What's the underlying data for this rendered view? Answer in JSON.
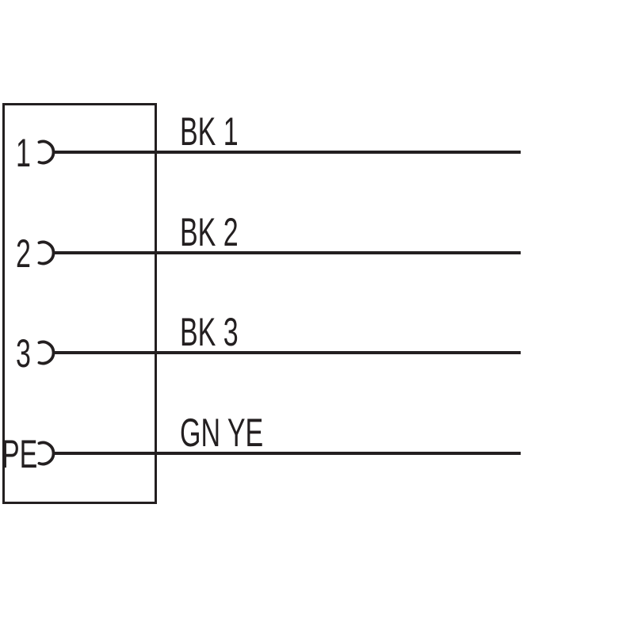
{
  "diagram": {
    "type": "connector-pinout-wiring",
    "pins": [
      {
        "pin": "1",
        "wire_label": "BK 1"
      },
      {
        "pin": "2",
        "wire_label": "BK 2"
      },
      {
        "pin": "3",
        "wire_label": "BK 3"
      },
      {
        "pin": "PE",
        "wire_label": "GN YE"
      }
    ],
    "colors": {
      "ink": "#231f20",
      "background": "#ffffff"
    }
  }
}
